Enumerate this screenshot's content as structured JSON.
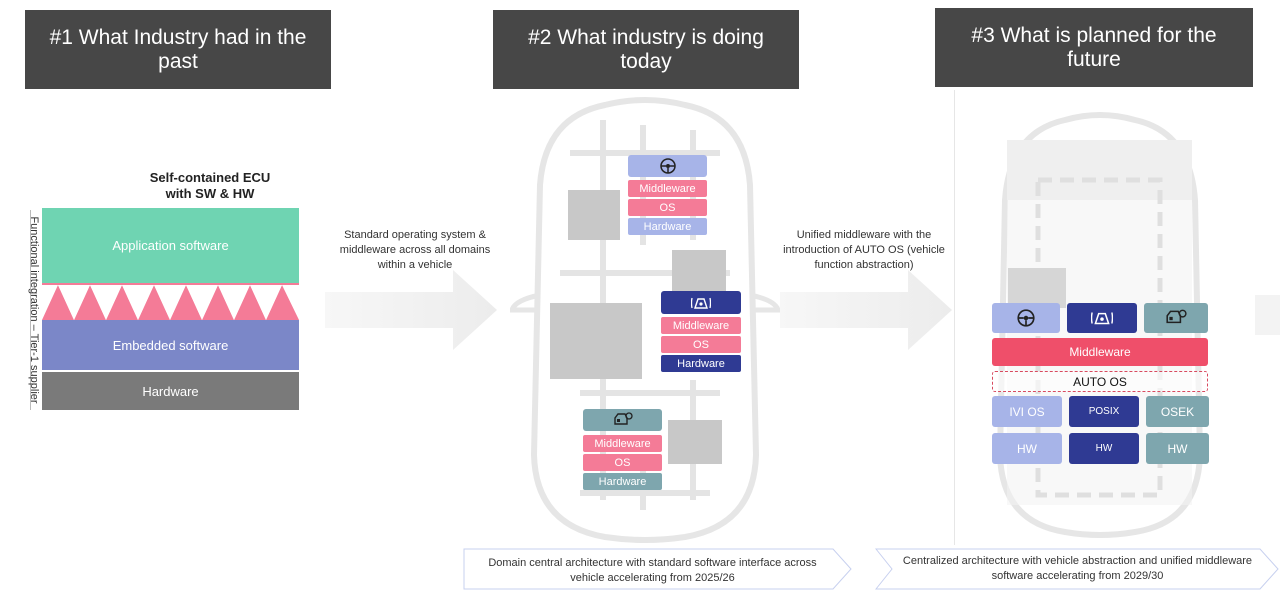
{
  "headers": {
    "past": "#1 What Industry had in the past",
    "today": "#2 What industry is doing today",
    "future": "#3 What is planned for the future"
  },
  "past": {
    "ecu_title": "Self-contained ECU with SW & HW",
    "app_sw": "Application software",
    "embedded_sw": "Embedded software",
    "hardware": "Hardware",
    "side_label": "Functional integration – Tier-1 supplier"
  },
  "arrow1_text": "Standard operating system & middleware across all domains within a vehicle",
  "arrow2_text": "Unified middleware with the introduction of AUTO OS (vehicle function abstraction)",
  "today": {
    "stack_labels": {
      "middleware": "Middleware",
      "os": "OS",
      "hardware": "Hardware"
    },
    "caption": "Domain central architecture with standard software interface across vehicle  accelerating from 2025/26"
  },
  "future": {
    "middleware": "Middleware",
    "auto_os": "AUTO OS",
    "ivi_os": "IVI OS",
    "posix": "POSIX",
    "osek": "OSEK",
    "hw": "HW",
    "caption": "Centralized architecture with vehicle abstraction and unified middleware software accelerating from 2029/30"
  },
  "colors": {
    "header_bg": "#474747",
    "app_sw": "#6fd4b2",
    "pink": "#f47b97",
    "embedded": "#7b87c8",
    "hardware": "#7a7a7a",
    "lavender": "#a7b4e8",
    "navy": "#2f3a93",
    "teal": "#7ea6ae",
    "middleware_red": "#ef4f6a",
    "light_pink": "#f8a6b6"
  }
}
